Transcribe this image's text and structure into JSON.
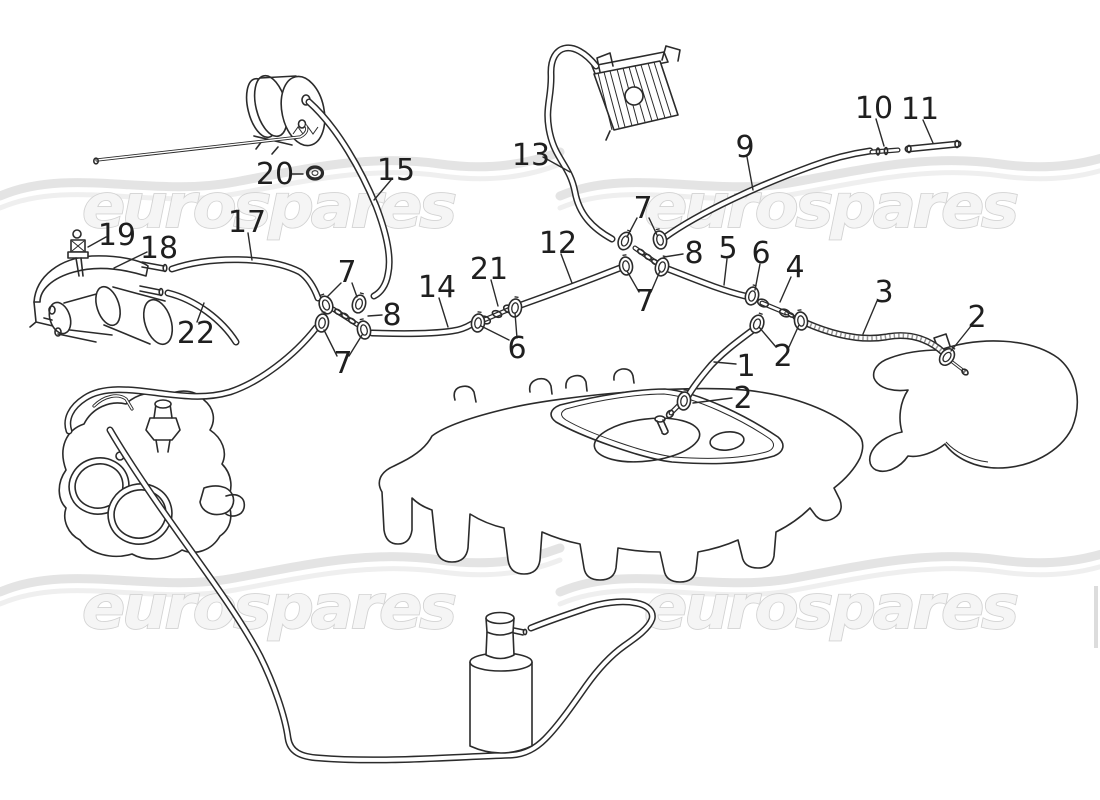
{
  "watermark": {
    "text": "eurospares"
  },
  "colors": {
    "background": "#ffffff",
    "line_art": "#2b2b2b",
    "watermark_fill": "#f5f5f5",
    "watermark_outline": "#d2d2d2",
    "swoosh": "#e5e5e5"
  },
  "part_labels": [
    "20",
    "15",
    "13",
    "9",
    "10",
    "11",
    "19",
    "18",
    "17",
    "22",
    "7",
    "8",
    "7",
    "14",
    "21",
    "6",
    "12",
    "7",
    "8",
    "7",
    "5",
    "6",
    "4",
    "3",
    "2",
    "2",
    "1",
    "2"
  ]
}
